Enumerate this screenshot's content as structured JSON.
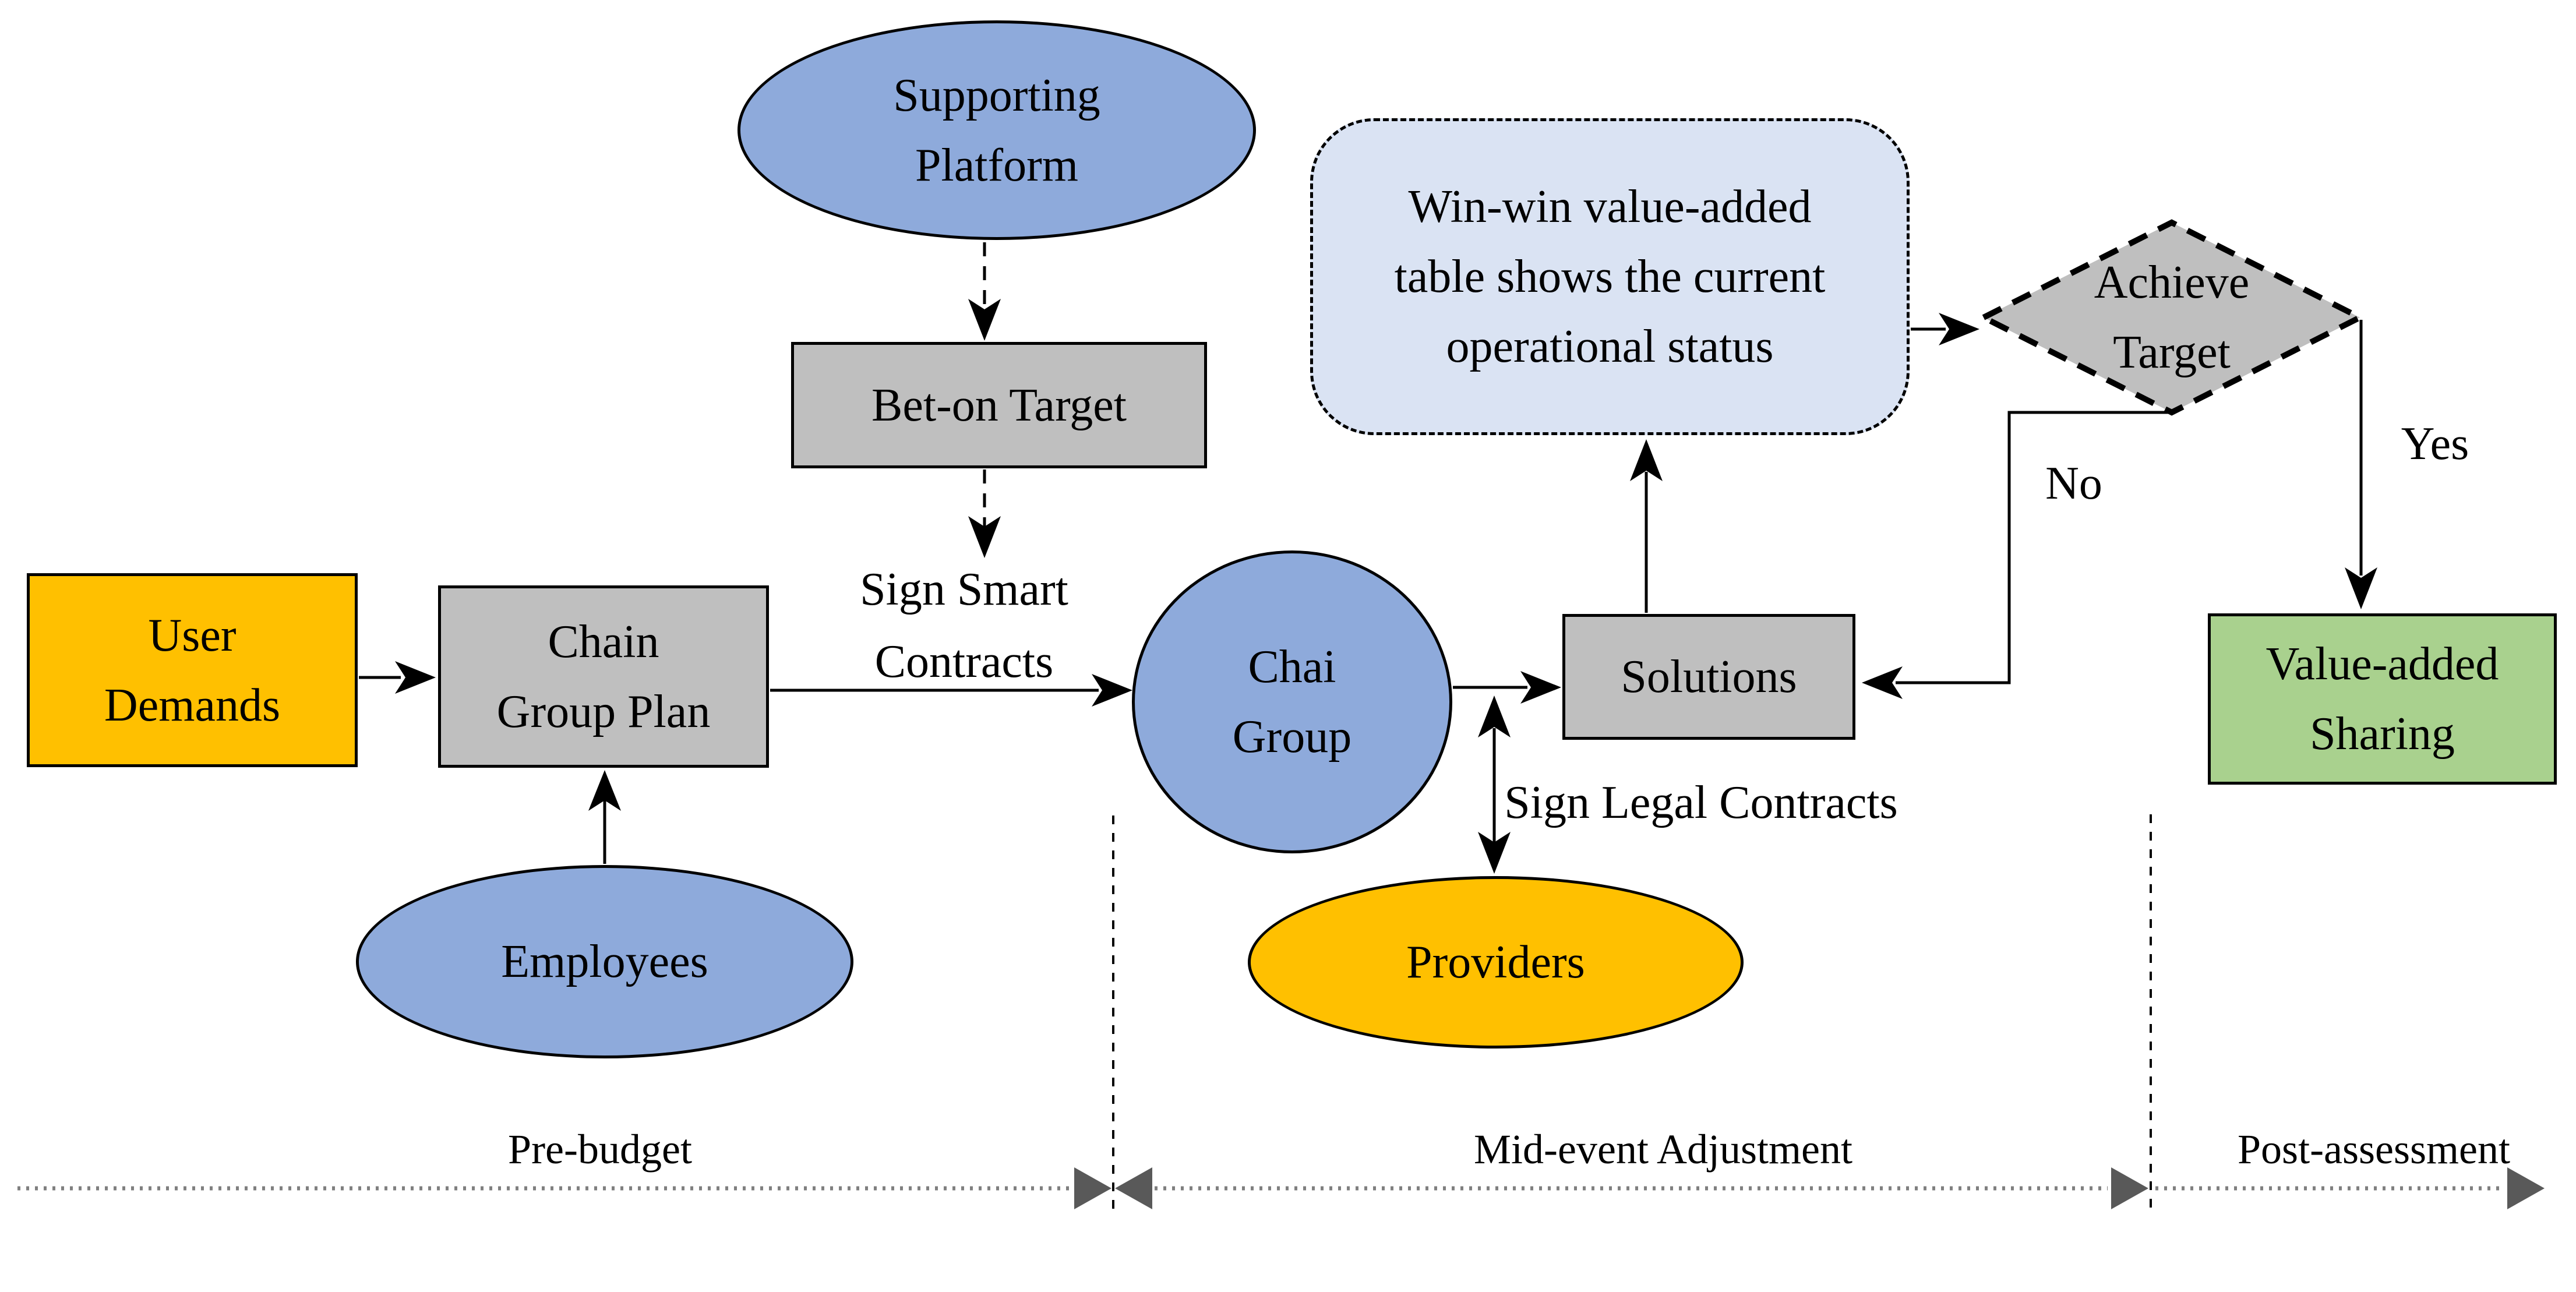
{
  "diagram": {
    "nodes": {
      "supporting_platform": {
        "label": "Supporting\nPlatform"
      },
      "bet_on_target": {
        "label": "Bet-on Target"
      },
      "user_demands": {
        "label": "User\nDemands"
      },
      "chain_group_plan": {
        "label": "Chain\nGroup Plan"
      },
      "employees": {
        "label": "Employees"
      },
      "chai_group": {
        "label": "Chai\nGroup"
      },
      "solutions": {
        "label": "Solutions"
      },
      "providers": {
        "label": "Providers"
      },
      "winwin_note": {
        "label": "Win-win value-added\ntable shows the current\noperational status"
      },
      "achieve_target": {
        "label": "Achieve\nTarget"
      },
      "value_added_sharing": {
        "label": "Value-added\nSharing"
      }
    },
    "edge_labels": {
      "sign_smart_contracts": "Sign Smart\nContracts",
      "sign_legal_contracts": "Sign Legal Contracts",
      "yes": "Yes",
      "no": "No"
    },
    "phases": [
      {
        "label": "Pre-budget"
      },
      {
        "label": "Mid-event Adjustment"
      },
      {
        "label": "Post-assessment"
      }
    ],
    "colors": {
      "node-blue": "#8eaadb",
      "node-gray": "#bfbfbf",
      "node-orange": "#ffc000",
      "node-green": "#a9d18e",
      "note-blue": "#dae3f3",
      "timeline-gray": "#7f7f7f",
      "arrow-gray": "#595959"
    }
  }
}
